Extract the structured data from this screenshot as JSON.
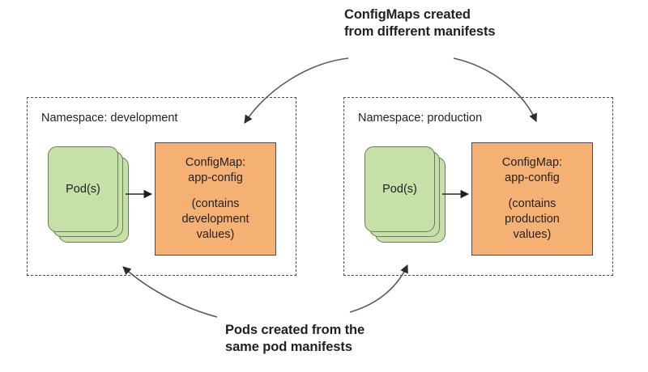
{
  "diagram": {
    "title_top": "ConfigMaps created\nfrom different manifests",
    "title_bottom": "Pods created from the\nsame pod manifests",
    "colors": {
      "pod_fill": "#c5e1a8",
      "pod_stroke": "#6b7a5a",
      "configmap_fill": "#f5b174",
      "configmap_stroke": "#4d4d4d",
      "namespace_border": "#4d4d4d",
      "text": "#231f20",
      "arrow": "#4d4d4d"
    },
    "namespaces": [
      {
        "id": "development",
        "label": "Namespace: development",
        "pod": {
          "label": "Pod(s)",
          "count_visible": 3
        },
        "configmap": {
          "title": "ConfigMap:\napp-config",
          "subtitle": "(contains\ndevelopment\nvalues)"
        },
        "relation_arrow": "pod-to-configmap"
      },
      {
        "id": "production",
        "label": "Namespace: production",
        "pod": {
          "label": "Pod(s)",
          "count_visible": 3
        },
        "configmap": {
          "title": "ConfigMap:\napp-config",
          "subtitle": "(contains\nproduction\nvalues)"
        },
        "relation_arrow": "pod-to-configmap"
      }
    ],
    "annotations": [
      {
        "id": "configmaps-annotation",
        "points_to": [
          "development-configmap-area",
          "production-configmap-area"
        ]
      },
      {
        "id": "pods-annotation",
        "points_to": [
          "development-pod-area",
          "production-pod-area"
        ]
      }
    ]
  }
}
